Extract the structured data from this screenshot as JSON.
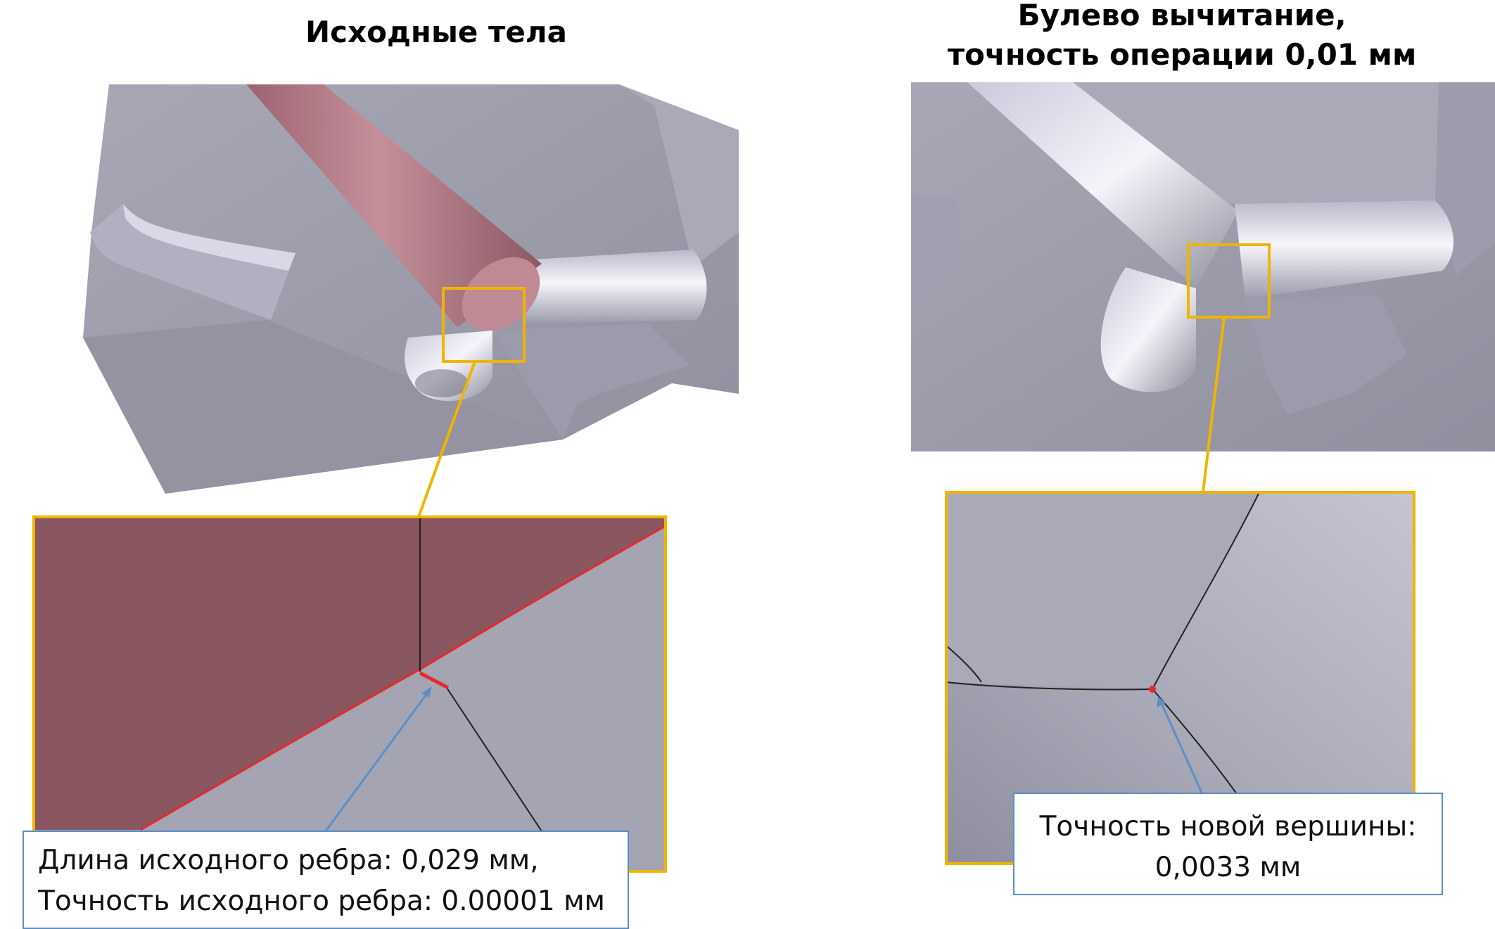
{
  "left_panel": {
    "title": "Исходные тела",
    "callout_line1": "Длина исходного ребра: 0,029 мм,",
    "callout_line2": "Точность исходного ребра: 0.00001 мм"
  },
  "right_panel": {
    "title_line1": "Булево вычитание,",
    "title_line2": "точность операции 0,01 мм",
    "callout_line1": "Точность новой вершины:",
    "callout_line2": "0,0033 мм"
  },
  "colors": {
    "highlight_box": "#f0b400",
    "leader_arrow": "#5b8fc7",
    "solid_body_gray": "#a3a3b2",
    "tool_body_red": "#8a5660",
    "edge_highlight": "#e8282a"
  }
}
